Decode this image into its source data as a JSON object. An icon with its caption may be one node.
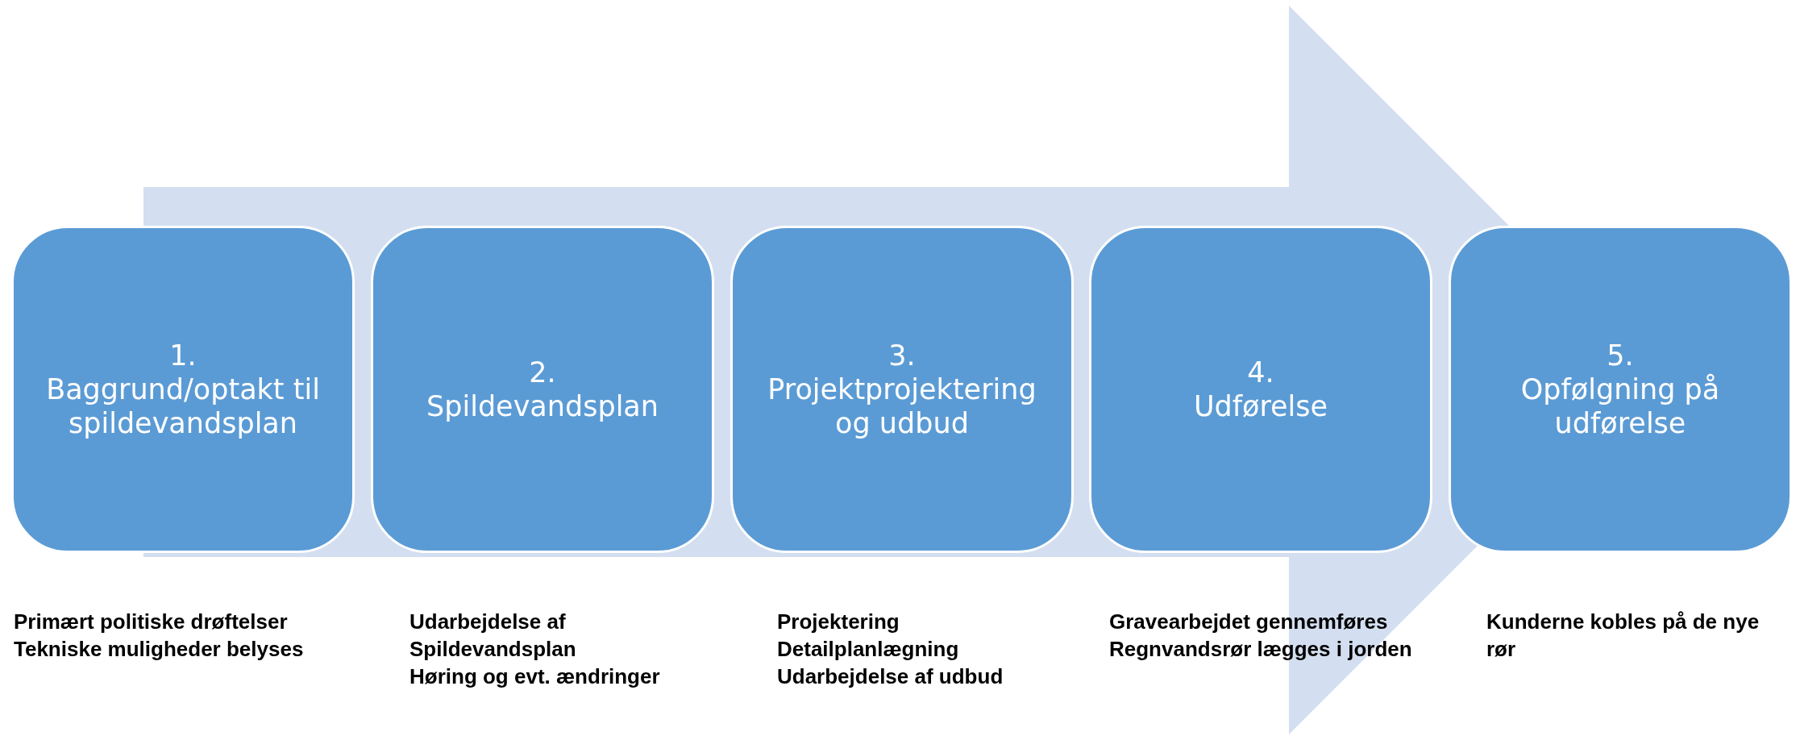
{
  "diagram": {
    "nodes": [
      {
        "text": [
          "1.",
          "Baggrund/optakt til spildevandsplan"
        ],
        "beside": [
          "Primært politiske drøftelser",
          "Tekniske muligheder belyses"
        ]
      },
      {
        "text": [
          "2.",
          "Spildevandsplan"
        ],
        "beside": [
          "Udarbejdelse af Spildevandsplan",
          "Høring og evt. ændringer"
        ]
      },
      {
        "text": [
          "3.",
          "Projektprojektering og udbud"
        ],
        "beside": [
          "Projektering",
          "Detailplanlægning",
          "Udarbejdelse af udbud"
        ]
      },
      {
        "text": [
          "4.",
          "Udførelse"
        ],
        "beside": [
          "Gravearbejdet gennemføres",
          "Regnvandsrør lægges i jorden"
        ]
      },
      {
        "text": [
          "5.",
          "Opfølgning på udførelse"
        ],
        "beside": [
          "Kunderne kobles på de nye rør"
        ]
      }
    ],
    "edges": [
      {
        "from": 0,
        "to": 4,
        "arrow": "to"
      }
    ]
  }
}
